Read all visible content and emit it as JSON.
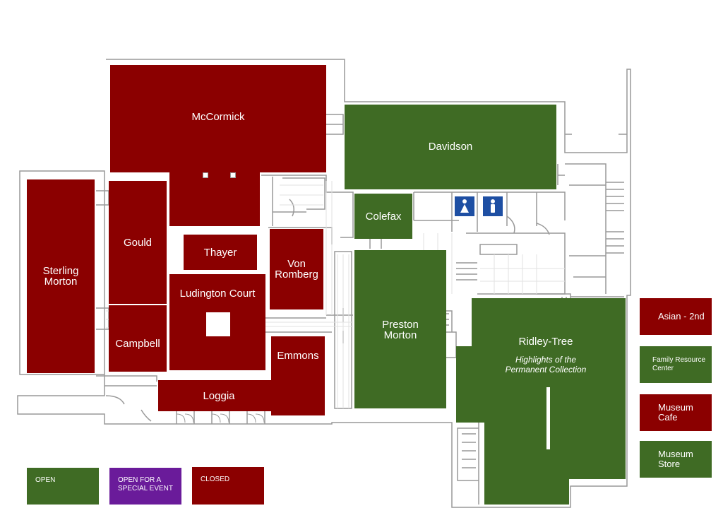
{
  "colors": {
    "closed": "#8b0000",
    "open": "#3f6b24",
    "special": "#6a1b9a",
    "wall": "#999999",
    "restroom": "#1e4fa3"
  },
  "rooms": {
    "mccormick": "McCormick",
    "davidson": "Davidson",
    "sterling_morton": [
      "Sterling",
      "Morton"
    ],
    "gould": "Gould",
    "thayer": "Thayer",
    "von_romberg": [
      "Von",
      "Romberg"
    ],
    "ludington_court": "Ludington Court",
    "campbell": "Campbell",
    "emmons": "Emmons",
    "loggia": "Loggia",
    "colefax": "Colefax",
    "preston_morton": [
      "Preston",
      "Morton"
    ],
    "ridley_tree": "Ridley-Tree",
    "ridley_tree_sub": [
      "Highlights of the",
      "Permanent Collection"
    ]
  },
  "side_list": {
    "asian": "Asian - 2nd",
    "family": [
      "Family Resource",
      "Center"
    ],
    "cafe": [
      "Museum",
      "Cafe"
    ],
    "store": [
      "Museum",
      "Store"
    ]
  },
  "legend": {
    "open": "OPEN",
    "special": [
      "OPEN FOR A",
      "SPECIAL EVENT"
    ],
    "closed": "CLOSED"
  },
  "icons": {
    "men": "men-restroom-icon",
    "women": "women-restroom-icon"
  }
}
